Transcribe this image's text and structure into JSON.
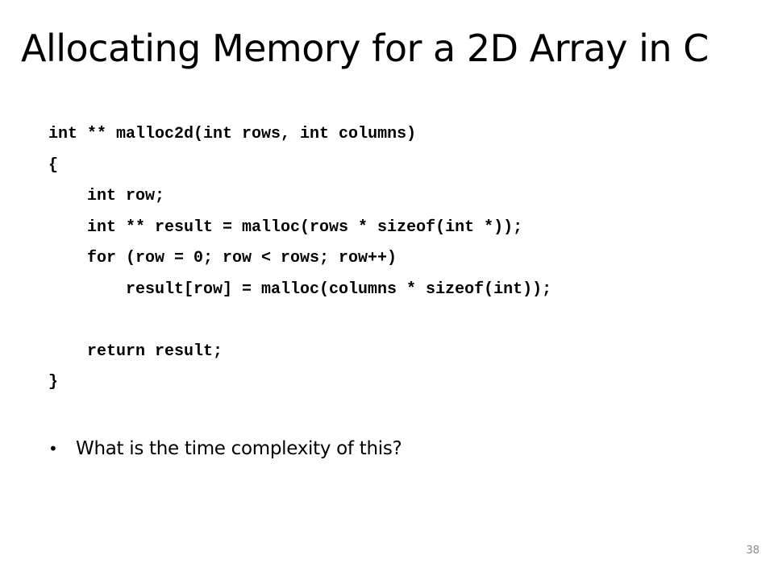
{
  "slide": {
    "title": "Allocating Memory for a 2D Array in C",
    "code": [
      {
        "text": "int ** malloc2d(int rows, int columns)",
        "indent": 0
      },
      {
        "text": "{",
        "indent": 0
      },
      {
        "text": "int row;",
        "indent": 1
      },
      {
        "text": "int ** result = malloc(rows * sizeof(int *));",
        "indent": 1
      },
      {
        "text": "for (row = 0; row < rows; row++)",
        "indent": 1
      },
      {
        "text": "result[row] = malloc(columns * sizeof(int));",
        "indent": 2
      },
      {
        "text": "",
        "indent": 0
      },
      {
        "text": "return result;",
        "indent": 1
      },
      {
        "text": "}",
        "indent": 0
      }
    ],
    "bullets": [
      {
        "symbol": "•",
        "text": "What is the time complexity of this?"
      }
    ],
    "page_number": "38"
  }
}
